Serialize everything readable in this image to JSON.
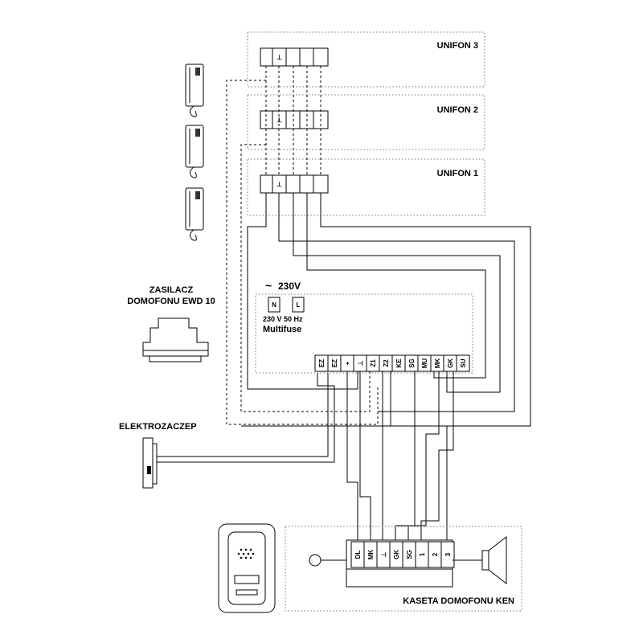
{
  "unifon_labels": [
    "UNIFON 3",
    "UNIFON 2",
    "UNIFON 1"
  ],
  "unifon_terminal_symbol": "⊥",
  "power_supply": {
    "title_line1": "ZASILACZ",
    "title_line2": "DOMOFONU EWD 10",
    "mains_label": "230V",
    "tilde": "~",
    "n_label": "N",
    "l_label": "L",
    "freq_label": "230 V 50 Hz",
    "fuse_label": "Multifuse",
    "terminals": [
      "EZ",
      "EZ",
      "+",
      "⊥",
      "Z1",
      "Z2",
      "KE",
      "SG",
      "MU",
      "MK",
      "GK",
      "SU"
    ]
  },
  "lock_label": "ELEKTROZACZEP",
  "door_panel": {
    "title": "KASETA DOMOFONU KEN",
    "terminals": [
      "DL",
      "MK",
      "⊥",
      "GK",
      "SG",
      "1",
      "2",
      "3"
    ]
  }
}
